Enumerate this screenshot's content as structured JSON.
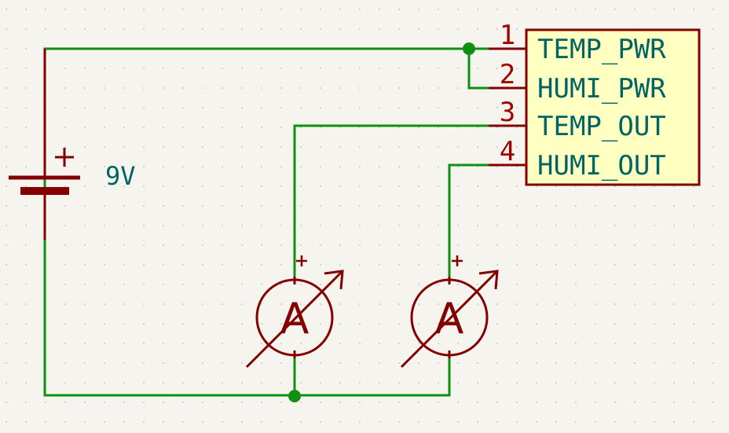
{
  "battery": {
    "value": "9V",
    "polarity": "+"
  },
  "connector": {
    "pins": [
      {
        "number": "1",
        "name": "TEMP_PWR"
      },
      {
        "number": "2",
        "name": "HUMI_PWR"
      },
      {
        "number": "3",
        "name": "TEMP_OUT"
      },
      {
        "number": "4",
        "name": "HUMI_OUT"
      }
    ]
  },
  "meters": [
    {
      "letter": "A",
      "polarity": "+"
    },
    {
      "letter": "A",
      "polarity": "+"
    }
  ],
  "colors": {
    "background": "#f5f4ef",
    "wire": "#109010",
    "symbol": "#840000",
    "pin_name": "#006464",
    "connector_fill": "#ffffc2"
  }
}
